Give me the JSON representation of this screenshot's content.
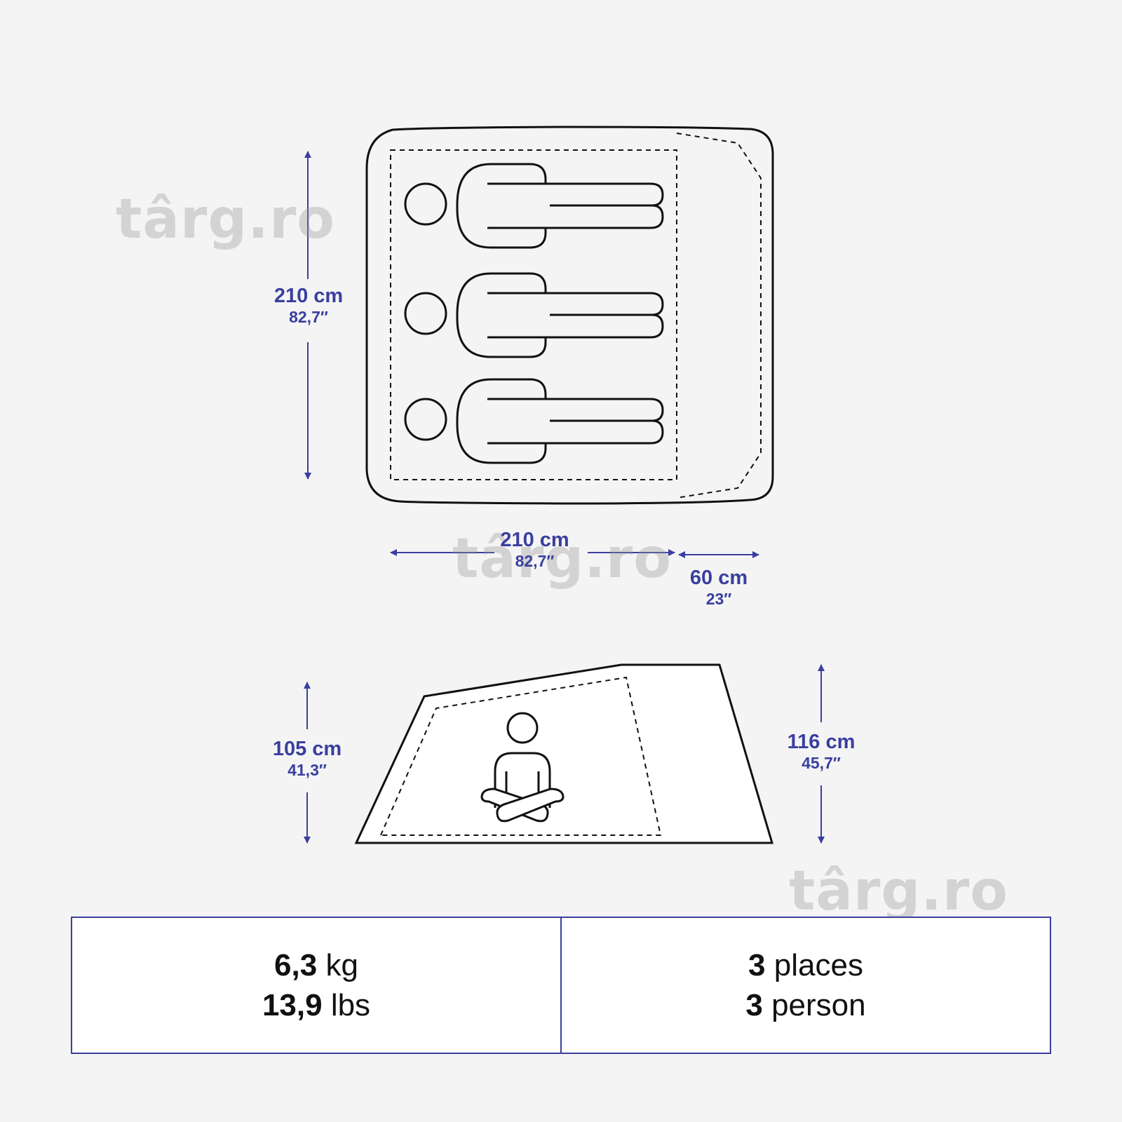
{
  "watermarks": [
    "târg.ro",
    "târg.ro",
    "târg.ro"
  ],
  "dimensions": {
    "floor_length": {
      "cm": "210 cm",
      "in": "82,7″"
    },
    "floor_width": {
      "cm": "210 cm",
      "in": "82,7″"
    },
    "vestibule": {
      "cm": "60 cm",
      "in": "23″"
    },
    "inner_height": {
      "cm": "105 cm",
      "in": "41,3″"
    },
    "outer_height": {
      "cm": "116 cm",
      "in": "45,7″"
    }
  },
  "specs": {
    "weight": {
      "kg_value": "6,3",
      "kg_unit": "kg",
      "lbs_value": "13,9",
      "lbs_unit": "lbs"
    },
    "capacity": {
      "fr_value": "3",
      "fr_unit": "places",
      "en_value": "3",
      "en_unit": "person"
    }
  },
  "colors": {
    "accent": "#3a3f9e",
    "line": "#111111",
    "background": "#f4f4f5"
  }
}
